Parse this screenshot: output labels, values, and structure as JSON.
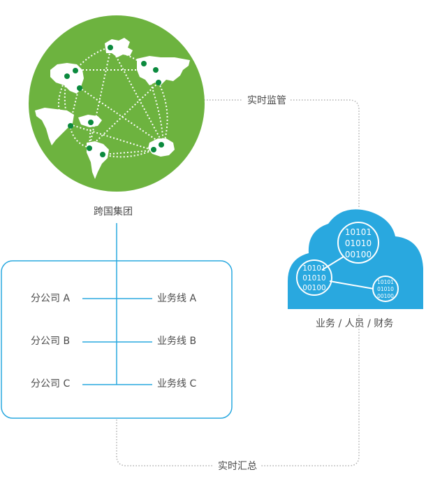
{
  "globe": {
    "label": "跨国集团",
    "color": "#6db33f",
    "land_color": "#ffffff",
    "dot_color": "#0b8a3e"
  },
  "monitor_label": "实时监管",
  "summary_label": "实时汇总",
  "cloud": {
    "label": "业务 / 人员 / 财务",
    "color": "#29a8df",
    "binary_lines": [
      "10101",
      "01010",
      "00100"
    ]
  },
  "org_box": {
    "border_color": "#29a8df",
    "branches": [
      {
        "left": "分公司 A",
        "right": "业务线 A"
      },
      {
        "left": "分公司 B",
        "right": "业务线 B"
      },
      {
        "left": "分公司 C",
        "right": "业务线 C"
      }
    ]
  }
}
